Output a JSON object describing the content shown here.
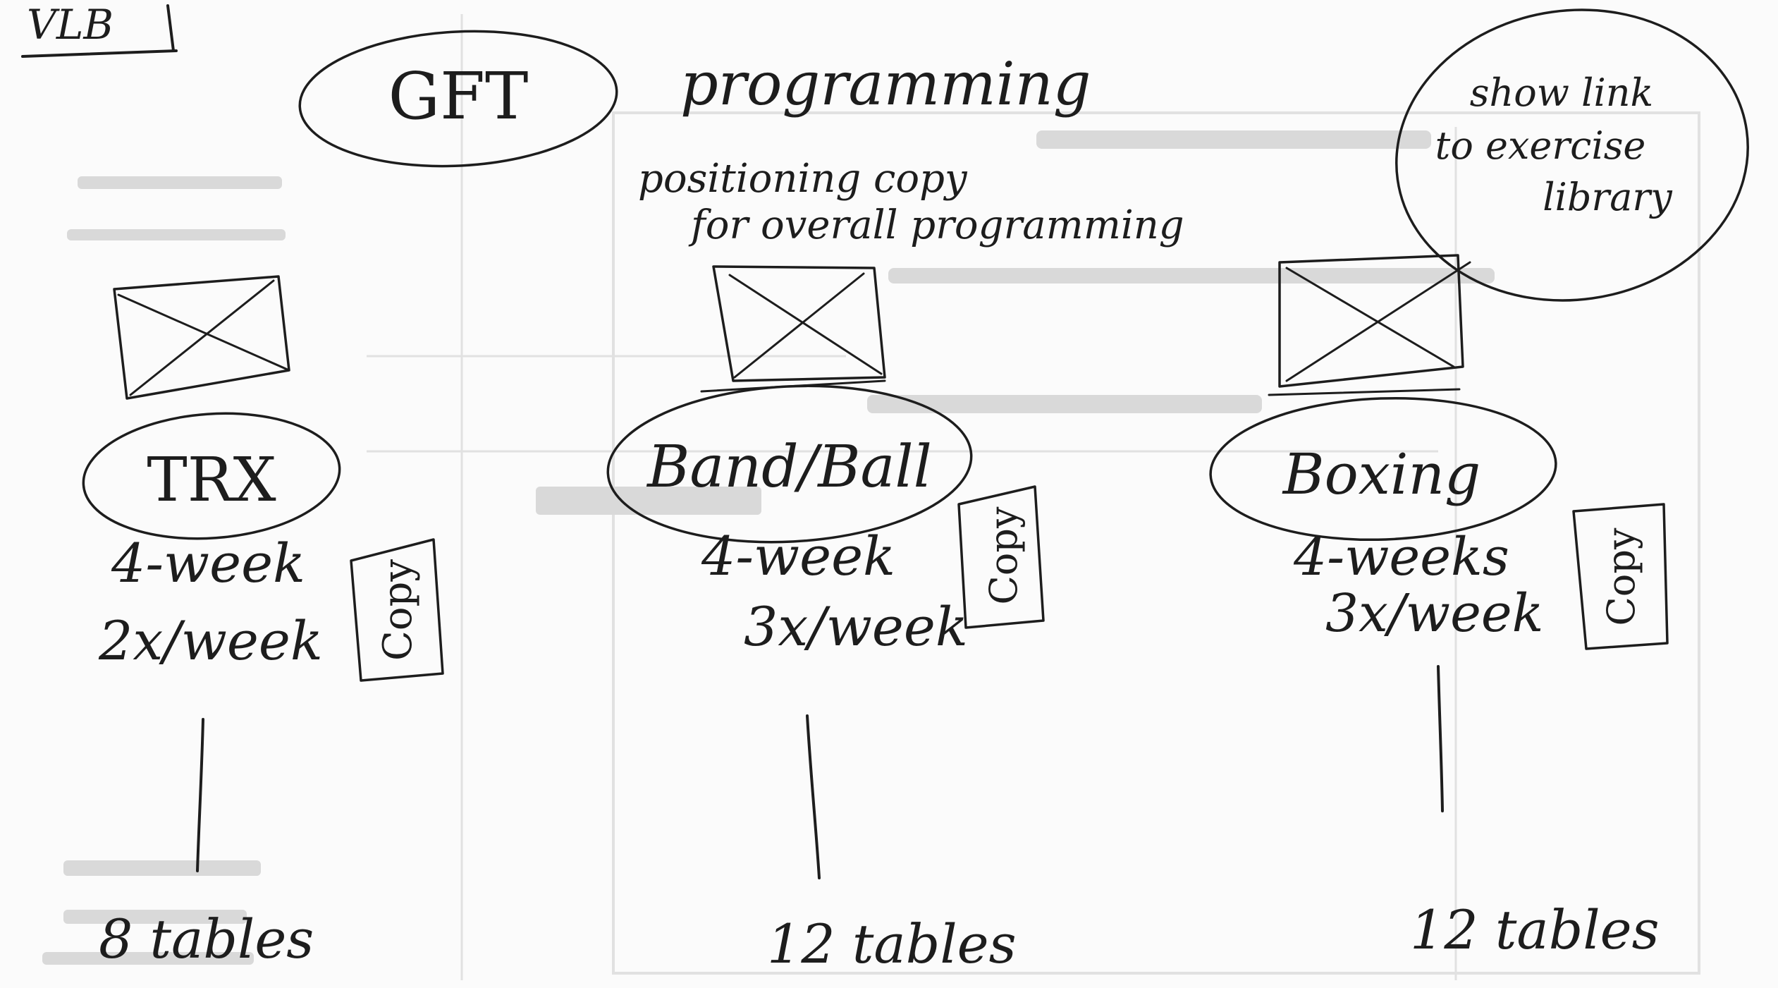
{
  "corner_label": "VLB",
  "header": {
    "badge": "GFT",
    "title": "programming",
    "subtitle_line1": "positioning copy",
    "subtitle_line2": "for overall programming"
  },
  "callout": {
    "line1": "show link",
    "line2": "to exercise",
    "line3": "library"
  },
  "programs": [
    {
      "name": "TRX",
      "duration": "4-week",
      "frequency": "2x/week",
      "copy": "Copy",
      "tables": "8 tables"
    },
    {
      "name": "Band/Ball",
      "duration": "4-week",
      "frequency": "3x/week",
      "copy": "Copy",
      "tables": "12 tables"
    },
    {
      "name": "Boxing",
      "duration": "4-weeks",
      "frequency": "3x/week",
      "copy": "Copy",
      "tables": "12 tables"
    }
  ]
}
